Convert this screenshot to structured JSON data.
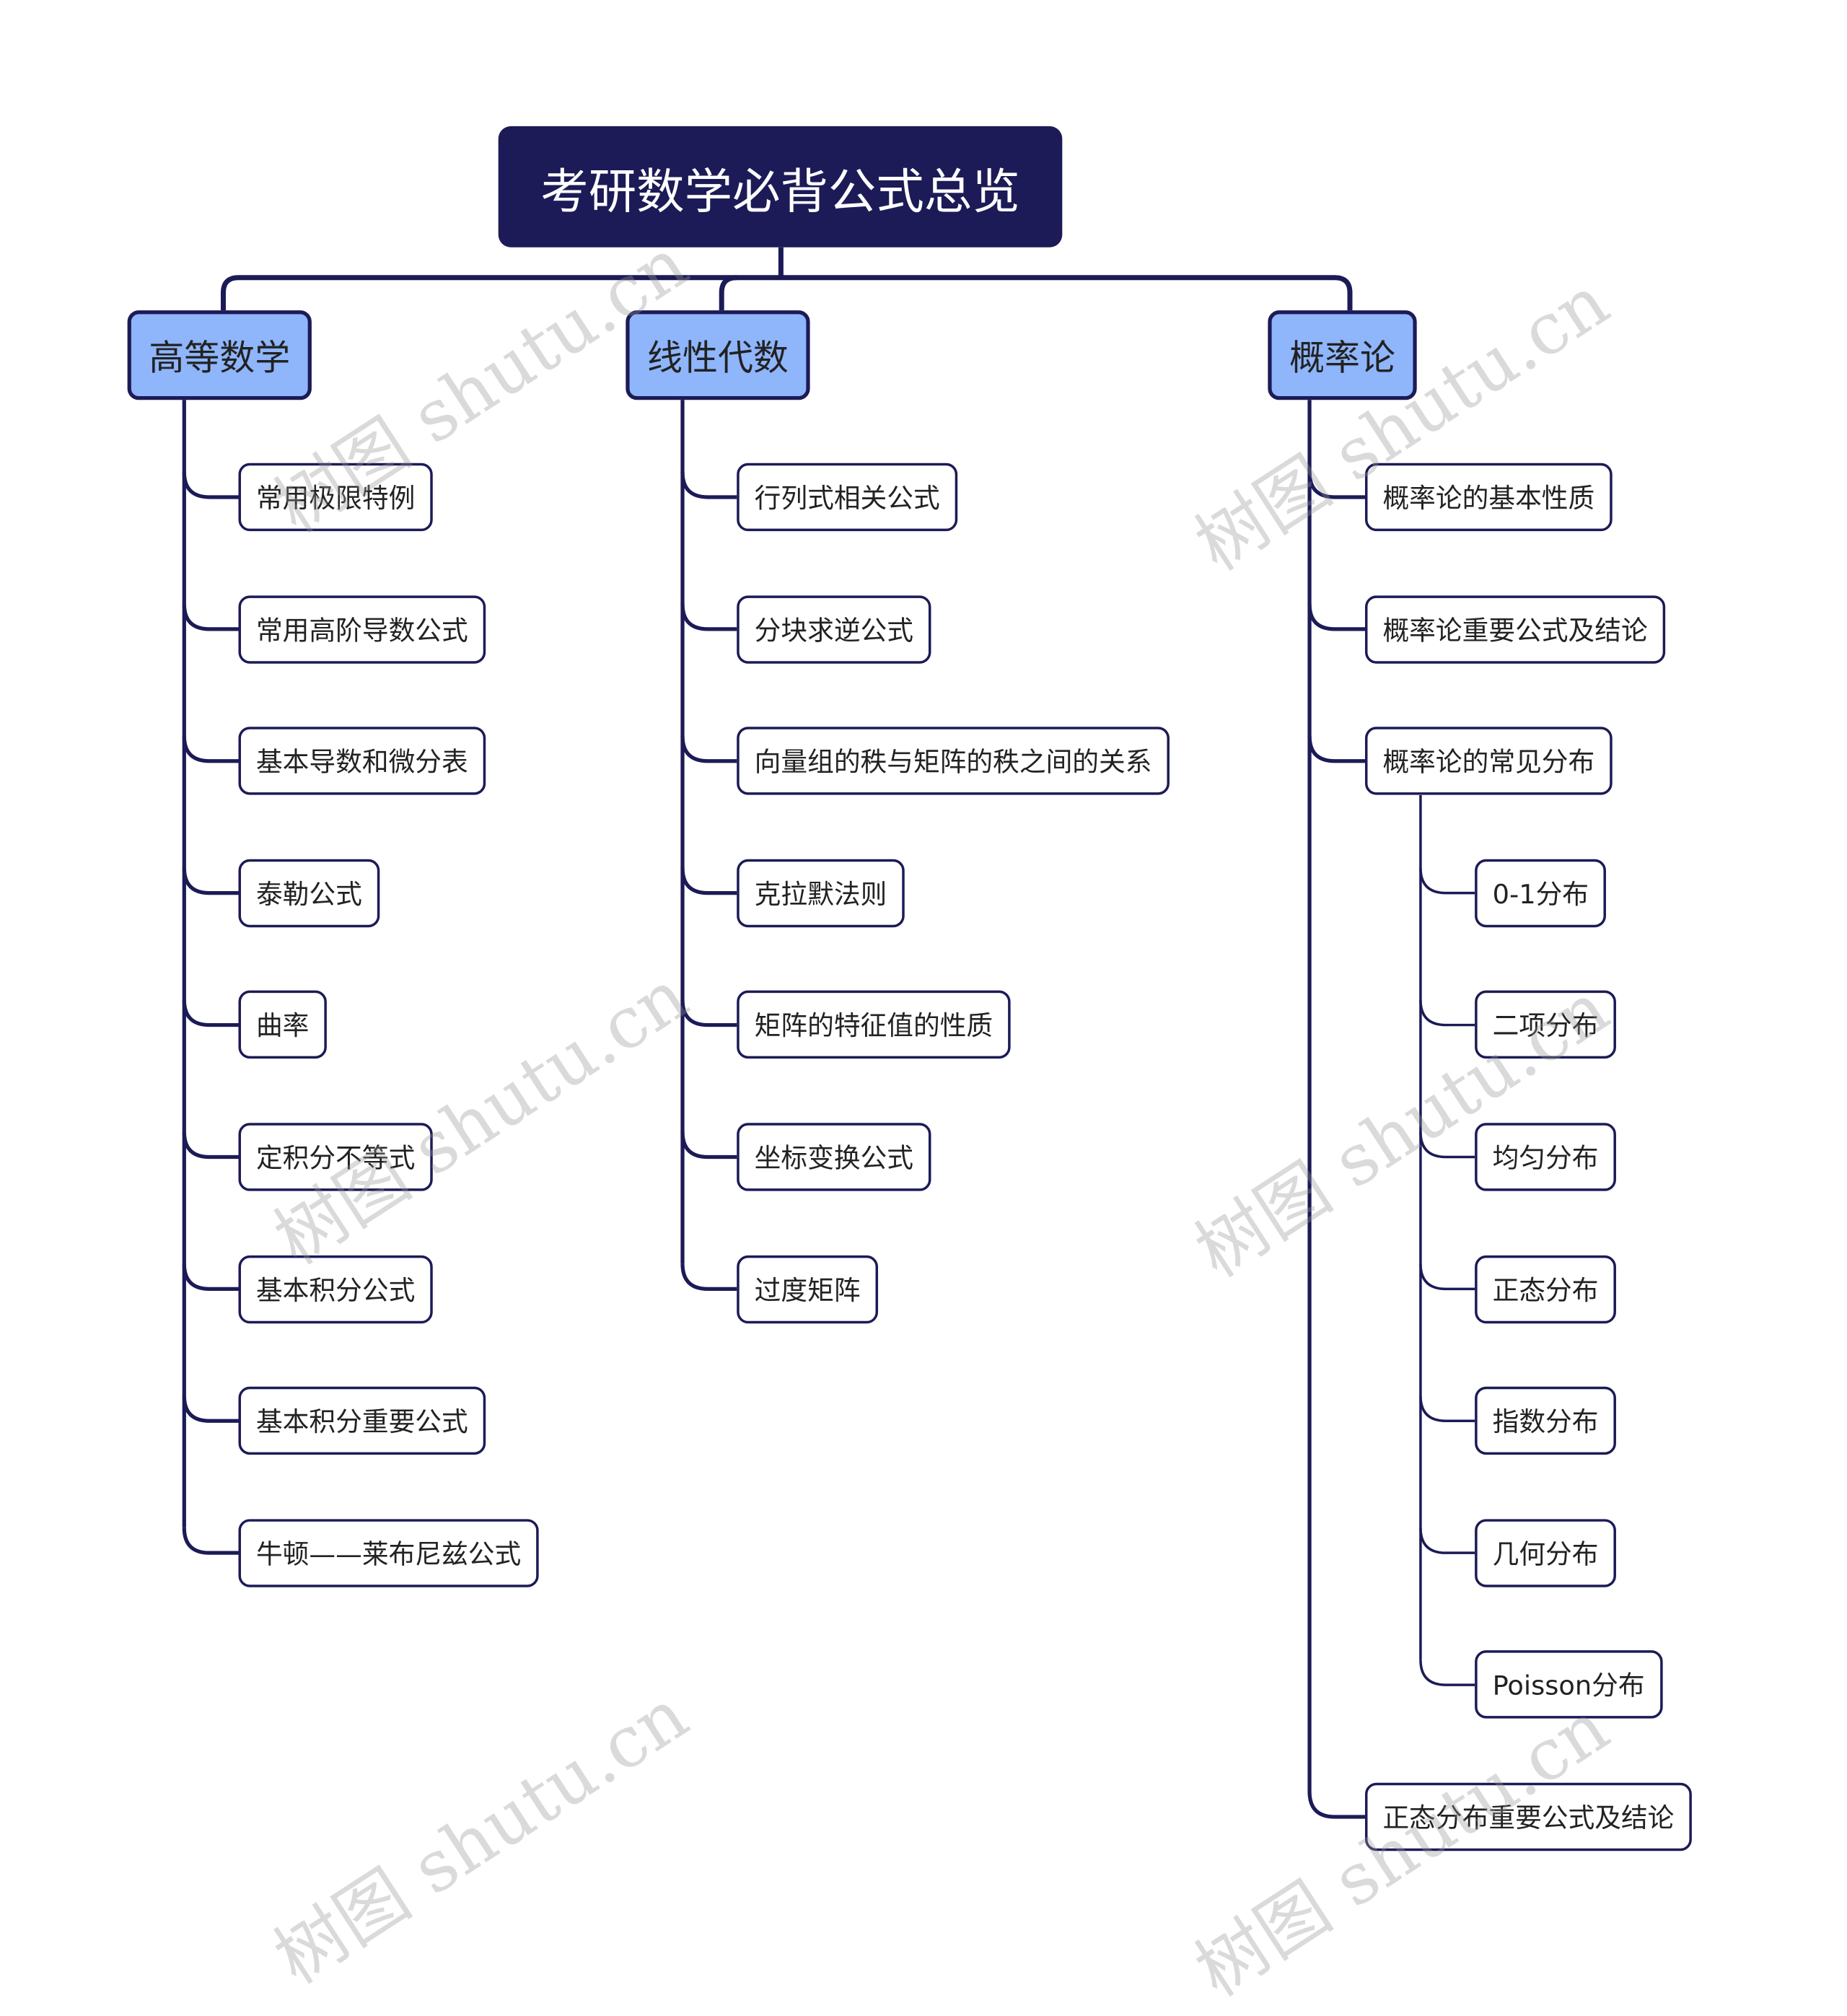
{
  "title": "考研数学必背公式总览",
  "colors": {
    "root_bg": "#1c1b57",
    "branch_bg": "#8fb5fb",
    "line": "#1c1b57"
  },
  "branches": [
    {
      "label": "高等数学",
      "children": [
        {
          "label": "常用极限特例"
        },
        {
          "label": "常用高阶导数公式"
        },
        {
          "label": "基本导数和微分表"
        },
        {
          "label": "泰勒公式"
        },
        {
          "label": "曲率"
        },
        {
          "label": "定积分不等式"
        },
        {
          "label": "基本积分公式"
        },
        {
          "label": "基本积分重要公式"
        },
        {
          "label": "牛顿——莱布尼兹公式"
        }
      ]
    },
    {
      "label": "线性代数",
      "children": [
        {
          "label": "行列式相关公式"
        },
        {
          "label": "分块求逆公式"
        },
        {
          "label": "向量组的秩与矩阵的秩之间的关系"
        },
        {
          "label": "克拉默法则"
        },
        {
          "label": "矩阵的特征值的性质"
        },
        {
          "label": "坐标变换公式"
        },
        {
          "label": "过度矩阵"
        }
      ]
    },
    {
      "label": "概率论",
      "children": [
        {
          "label": "概率论的基本性质"
        },
        {
          "label": "概率论重要公式及结论"
        },
        {
          "label": "概率论的常见分布",
          "children": [
            {
              "label": "0-1分布"
            },
            {
              "label": "二项分布"
            },
            {
              "label": "均匀分布"
            },
            {
              "label": "正态分布"
            },
            {
              "label": "指数分布"
            },
            {
              "label": "几何分布"
            },
            {
              "label": "Poisson分布"
            }
          ]
        },
        {
          "label": "正态分布重要公式及结论"
        }
      ]
    }
  ],
  "watermark": "树图 shutu.cn"
}
